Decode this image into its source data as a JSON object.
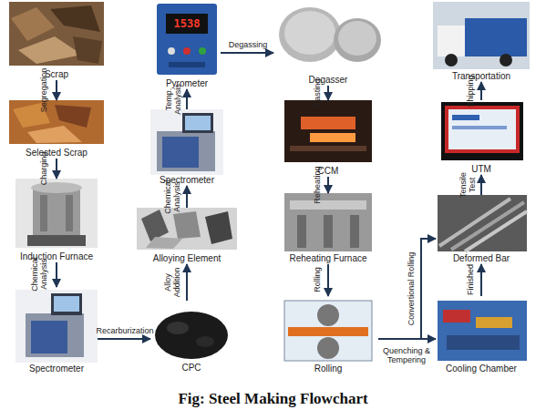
{
  "diagram": {
    "caption": "Fig: Steel Making Flowchart",
    "nodes": [
      {
        "text": [
          "Scrap"
        ]
      },
      {
        "text": [
          "Selected Scrap"
        ]
      },
      {
        "text": [
          "Induction Furnace"
        ]
      },
      {
        "text": [
          "Spectrometer"
        ]
      },
      {
        "text": [
          "CPC"
        ]
      },
      {
        "text": [
          "Alloying Element"
        ]
      },
      {
        "text": [
          "Spectrometer"
        ]
      },
      {
        "text": [
          "Pyrometer"
        ]
      },
      {
        "text": [
          "Degasser"
        ]
      },
      {
        "text": [
          "CCM"
        ]
      },
      {
        "text": [
          "Reheating Furnace"
        ]
      },
      {
        "text": [
          "Rolling"
        ]
      },
      {
        "text": [
          "Cooling Chamber"
        ]
      },
      {
        "text": [
          "Deformed Bar"
        ]
      },
      {
        "text": [
          "UTM"
        ]
      },
      {
        "text": [
          "Transportation"
        ]
      }
    ],
    "edges": [
      {
        "from": 0,
        "to": 1,
        "label": "Segregation",
        "arrow": "to"
      },
      {
        "from": 1,
        "to": 2,
        "label": "Charging",
        "arrow": "to"
      },
      {
        "from": 2,
        "to": 3,
        "label": "Chemical Analysis",
        "arrow": "to"
      },
      {
        "from": 3,
        "to": 4,
        "label": "Recarburization",
        "arrow": "to"
      },
      {
        "from": 4,
        "to": 5,
        "label": "Alloy Addition",
        "arrow": "to"
      },
      {
        "from": 5,
        "to": 6,
        "label": "Chemical Analysis",
        "arrow": "to"
      },
      {
        "from": 6,
        "to": 7,
        "label": "Temp. Analysis",
        "arrow": "to"
      },
      {
        "from": 7,
        "to": 8,
        "label": "Degassing",
        "arrow": "to"
      },
      {
        "from": 8,
        "to": 9,
        "label": "Casting",
        "arrow": "to"
      },
      {
        "from": 9,
        "to": 10,
        "label": "Reheating",
        "arrow": "to"
      },
      {
        "from": 10,
        "to": 11,
        "label": "Rolling",
        "arrow": "to"
      },
      {
        "from": 11,
        "to": 13,
        "label": "Convertional Rolling",
        "arrow": "to"
      },
      {
        "from": 11,
        "to": 12,
        "label": "Quenching & Tempering",
        "arrow": "to"
      },
      {
        "from": 12,
        "to": 13,
        "label": "Finished",
        "arrow": "to"
      },
      {
        "from": 13,
        "to": 14,
        "label": "Tensile Test",
        "arrow": "to"
      },
      {
        "from": 14,
        "to": 15,
        "label": "Shipping",
        "arrow": "to"
      }
    ],
    "labels": [
      "1538"
    ]
  }
}
